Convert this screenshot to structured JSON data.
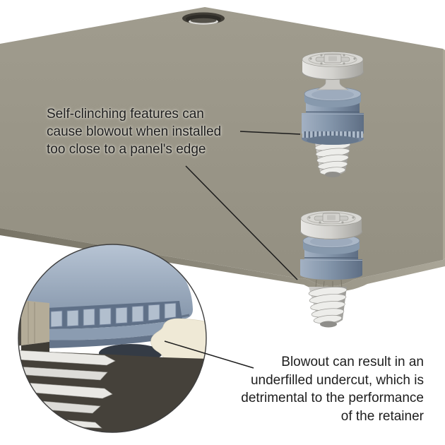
{
  "annotations": {
    "edge_note": "Self-clinching features can\ncause blowout when installed\ntoo close to a panel's edge",
    "undercut_note": "Blowout can result in an\nunderfilled undercut, which is\ndetrimental to the performance\nof the retainer"
  },
  "parts": {
    "panel": "sheet-metal-panel",
    "hole": "clinch-hole",
    "upper_fastener": "captive-screw-retainer-free",
    "lower_fastener": "captive-screw-retainer-installed-at-edge",
    "detail": "undercut-cross-section-detail-circle"
  },
  "colors": {
    "panel_face": "#9a9688",
    "panel_edge_dark": "#7b7769",
    "panel_edge_light": "#a9a597",
    "retainer_blue": "#8496ab",
    "retainer_light": "#aebbca",
    "screw_gray": "#d6d5d1",
    "thread_white": "#ebeae6",
    "section_cream": "#efe9d6",
    "section_charcoal": "#45413a",
    "leader_line": "#1c1c1c"
  }
}
